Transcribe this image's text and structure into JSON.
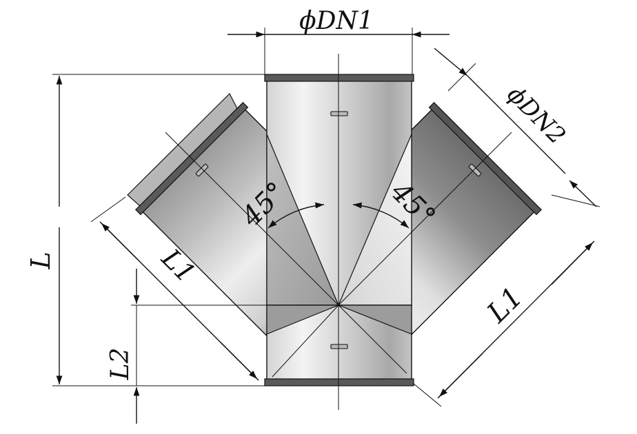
{
  "labels": {
    "dn1": "ϕDN1",
    "dn2": "ϕDN2",
    "length_total": "L",
    "branch_length_left": "L1",
    "branch_length_right": "L1",
    "bottom_length": "L2",
    "angle_left": "45°",
    "angle_right": "45°"
  },
  "colors": {
    "line": "#111111",
    "pipe_light": "#f2f2f2",
    "pipe_mid": "#c9c9c9",
    "pipe_dark": "#7a7a7a",
    "flange": "#555555"
  }
}
